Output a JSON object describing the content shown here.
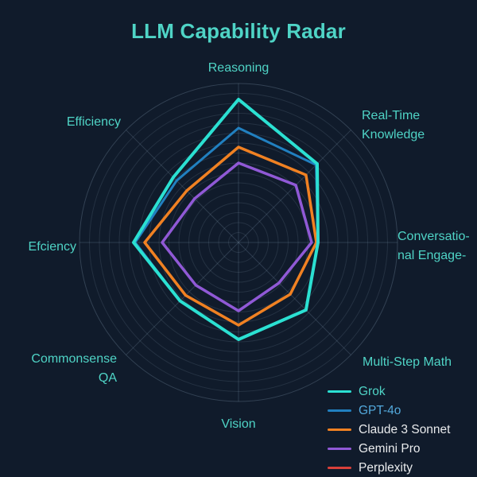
{
  "page": {
    "background": "#101b2b",
    "accent_teal": "#4fd4c6"
  },
  "chart_data": {
    "type": "radar",
    "title": "LLM Capability Radar",
    "title_color": "#4fd4c6",
    "axes": [
      "Reasoning",
      "Real-Time Knowledge",
      "Conversatio- nal Engage-",
      "Multi-Step Math",
      "Vision",
      "Commonsense QA",
      "Efciency",
      "Efficiency"
    ],
    "axes_display": [
      [
        "Reasoning"
      ],
      [
        "Real-Time",
        "Knowledge"
      ],
      [
        "Conversatio-",
        "nal Engage-"
      ],
      [
        "Multi-Step Math"
      ],
      [
        "Vision"
      ],
      [
        "Commonsense",
        "QA"
      ],
      [
        "Efciency"
      ],
      [
        "Efficiency"
      ]
    ],
    "axis_label_color": "#4fd4c6",
    "value_range": [
      0,
      10
    ],
    "rings": 16,
    "grid_color": "#8ca5b9",
    "legend_position": "bottom-right",
    "series": [
      {
        "name": "Grok",
        "color": "#2be0d2",
        "label_color": "#4fd4c6",
        "values": [
          9.0,
          7.0,
          5.0,
          6.0,
          6.1,
          5.2,
          6.6,
          5.8
        ]
      },
      {
        "name": "GPT-4o",
        "color": "#2180c0",
        "label_color": "#53a9dc",
        "values": [
          7.2,
          6.9,
          5.0,
          6.0,
          6.1,
          5.2,
          6.5,
          5.5
        ]
      },
      {
        "name": "Claude 3 Sonnet",
        "color": "#f08122",
        "label_color": "#e8eaec",
        "values": [
          6.0,
          6.0,
          4.9,
          4.6,
          5.2,
          4.7,
          5.9,
          4.6
        ]
      },
      {
        "name": "Gemini Pro",
        "color": "#9059d6",
        "label_color": "#e8eaec",
        "values": [
          5.0,
          5.1,
          4.6,
          3.6,
          4.3,
          3.8,
          4.8,
          3.9
        ]
      },
      {
        "name": "Perplexity",
        "color": "#d9403a",
        "label_color": "#e8eaec",
        "values": null
      }
    ]
  }
}
